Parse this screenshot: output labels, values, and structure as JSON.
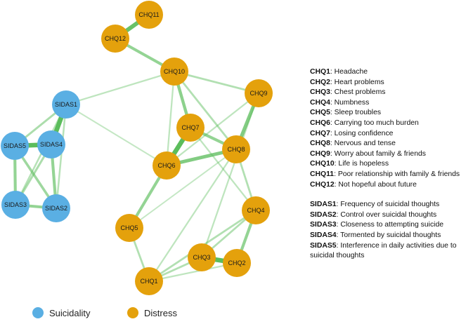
{
  "colors": {
    "suicidality": "#5aafe3",
    "distress": "#e4a10c",
    "edge": "#5cbd5c"
  },
  "nodes": [
    {
      "id": "CHQ1",
      "label": "CHQ1",
      "group": "distress"
    },
    {
      "id": "CHQ2",
      "label": "CHQ2",
      "group": "distress"
    },
    {
      "id": "CHQ3",
      "label": "CHQ3",
      "group": "distress"
    },
    {
      "id": "CHQ4",
      "label": "CHQ4",
      "group": "distress"
    },
    {
      "id": "CHQ5",
      "label": "CHQ5",
      "group": "distress"
    },
    {
      "id": "CHQ6",
      "label": "CHQ6",
      "group": "distress"
    },
    {
      "id": "CHQ7",
      "label": "CHQ7",
      "group": "distress"
    },
    {
      "id": "CHQ8",
      "label": "CHQ8",
      "group": "distress"
    },
    {
      "id": "CHQ9",
      "label": "CHQ9",
      "group": "distress"
    },
    {
      "id": "CHQ10",
      "label": "CHQ10",
      "group": "distress"
    },
    {
      "id": "CHQ11",
      "label": "CHQ11",
      "group": "distress"
    },
    {
      "id": "CHQ12",
      "label": "CHQ12",
      "group": "distress"
    },
    {
      "id": "SIDAS1",
      "label": "SIDAS1",
      "group": "suicidality"
    },
    {
      "id": "SIDAS2",
      "label": "SIDAS2",
      "group": "suicidality"
    },
    {
      "id": "SIDAS3",
      "label": "SIDAS3",
      "group": "suicidality"
    },
    {
      "id": "SIDAS4",
      "label": "SIDAS4",
      "group": "suicidality"
    },
    {
      "id": "SIDAS5",
      "label": "SIDAS5",
      "group": "suicidality"
    }
  ],
  "edges": [
    {
      "from": "CHQ11",
      "to": "CHQ12",
      "weight": 0.9
    },
    {
      "from": "CHQ12",
      "to": "CHQ10",
      "weight": 0.55
    },
    {
      "from": "CHQ10",
      "to": "CHQ9",
      "weight": 0.3
    },
    {
      "from": "CHQ10",
      "to": "CHQ7",
      "weight": 0.6
    },
    {
      "from": "CHQ10",
      "to": "CHQ8",
      "weight": 0.3
    },
    {
      "from": "CHQ10",
      "to": "SIDAS1",
      "weight": 0.2
    },
    {
      "from": "CHQ10",
      "to": "CHQ6",
      "weight": 0.2
    },
    {
      "from": "CHQ7",
      "to": "CHQ6",
      "weight": 1.0
    },
    {
      "from": "CHQ7",
      "to": "CHQ8",
      "weight": 0.55
    },
    {
      "from": "CHQ7",
      "to": "CHQ4",
      "weight": 0.2
    },
    {
      "from": "CHQ6",
      "to": "CHQ8",
      "weight": 0.7
    },
    {
      "from": "CHQ6",
      "to": "CHQ5",
      "weight": 0.55
    },
    {
      "from": "CHQ6",
      "to": "CHQ9",
      "weight": 0.2
    },
    {
      "from": "CHQ9",
      "to": "CHQ8",
      "weight": 0.7
    },
    {
      "from": "CHQ9",
      "to": "CHQ3",
      "weight": 0.2
    },
    {
      "from": "CHQ8",
      "to": "CHQ4",
      "weight": 0.3
    },
    {
      "from": "CHQ8",
      "to": "CHQ1",
      "weight": 0.2
    },
    {
      "from": "CHQ8",
      "to": "CHQ5",
      "weight": 0.15
    },
    {
      "from": "CHQ4",
      "to": "CHQ2",
      "weight": 0.55
    },
    {
      "from": "CHQ4",
      "to": "CHQ3",
      "weight": 0.3
    },
    {
      "from": "CHQ4",
      "to": "CHQ1",
      "weight": 0.3
    },
    {
      "from": "CHQ3",
      "to": "CHQ2",
      "weight": 1.0
    },
    {
      "from": "CHQ3",
      "to": "CHQ1",
      "weight": 0.3
    },
    {
      "from": "CHQ2",
      "to": "CHQ1",
      "weight": 0.2
    },
    {
      "from": "CHQ5",
      "to": "CHQ1",
      "weight": 0.3
    },
    {
      "from": "SIDAS1",
      "to": "CHQ6",
      "weight": 0.15
    },
    {
      "from": "SIDAS1",
      "to": "SIDAS4",
      "weight": 1.0
    },
    {
      "from": "SIDAS1",
      "to": "SIDAS5",
      "weight": 0.35
    },
    {
      "from": "SIDAS1",
      "to": "SIDAS3",
      "weight": 0.25
    },
    {
      "from": "SIDAS1",
      "to": "SIDAS2",
      "weight": 0.25
    },
    {
      "from": "SIDAS4",
      "to": "SIDAS5",
      "weight": 1.0
    },
    {
      "from": "SIDAS4",
      "to": "SIDAS2",
      "weight": 0.55
    },
    {
      "from": "SIDAS4",
      "to": "SIDAS3",
      "weight": 0.35
    },
    {
      "from": "SIDAS5",
      "to": "SIDAS3",
      "weight": 0.55
    },
    {
      "from": "SIDAS5",
      "to": "SIDAS2",
      "weight": 0.45
    },
    {
      "from": "SIDAS3",
      "to": "SIDAS2",
      "weight": 0.55
    }
  ],
  "key": {
    "distress_items": [
      {
        "code": "CHQ1",
        "text": ": Headache"
      },
      {
        "code": "CHQ2",
        "text": ": Heart problems"
      },
      {
        "code": "CHQ3",
        "text": ": Chest problems"
      },
      {
        "code": "CHQ4",
        "text": ": Numbness"
      },
      {
        "code": "CHQ5",
        "text": ": Sleep troubles"
      },
      {
        "code": "CHQ6",
        "text": ": Carrying too much burden"
      },
      {
        "code": "CHQ7",
        "text": ": Losing confidence"
      },
      {
        "code": "CHQ8",
        "text": ": Nervous and tense"
      },
      {
        "code": "CHQ9",
        "text": ": Worry about family & friends"
      },
      {
        "code": "CHQ10",
        "text": ": Life is hopeless"
      },
      {
        "code": "CHQ11",
        "text": ": Poor relationship with family & friends"
      },
      {
        "code": "CHQ12",
        "text": ": Not hopeful about future"
      }
    ],
    "suicidality_items": [
      {
        "code": "SIDAS1",
        "text": ": Frequency of suicidal thoughts"
      },
      {
        "code": "SIDAS2",
        "text": ": Control over suicidal thoughts"
      },
      {
        "code": "SIDAS3",
        "text": ": Closeness to attempting suicide"
      },
      {
        "code": "SIDAS4",
        "text": ": Tormented by suicidal thoughts"
      },
      {
        "code": "SIDAS5",
        "text": ": Interference in daily activities due to suicidal thoughts"
      }
    ]
  },
  "legend": {
    "suicidality_label": "Suicidality",
    "distress_label": "Distress"
  }
}
